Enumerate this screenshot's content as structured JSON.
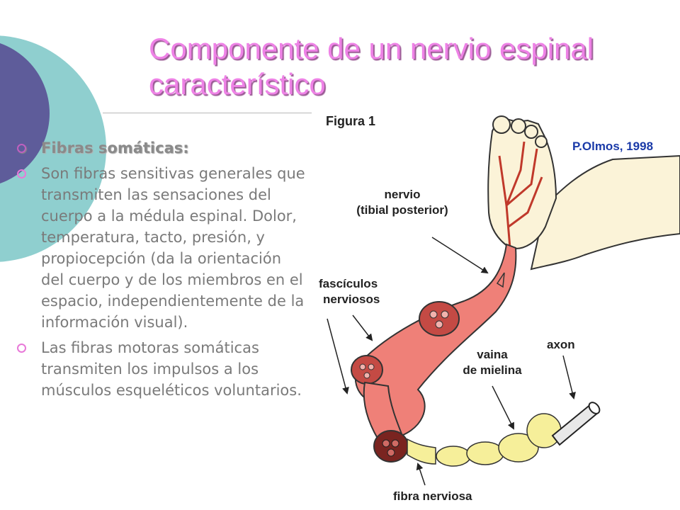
{
  "slide": {
    "title_line1": "Componente de un nervio espinal",
    "title_line2": "característico"
  },
  "bullets": [
    "Fibras somáticas:",
    "Son fibras sensitivas generales que transmiten las sensaciones del cuerpo a la médula espinal. Dolor, temperatura, tacto, presión, y propiocepción (da la orientación del cuerpo y de los miembros en el espacio, independientemente de la información visual).",
    "Las fibras motoras somáticas transmiten los impulsos a los músculos esqueléticos voluntarios."
  ],
  "figure": {
    "title": "Figura 1",
    "credit": "P.Olmos, 1998",
    "labels": {
      "nerve_line1": "nervio",
      "nerve_line2": "(tibial posterior)",
      "fascicles_line1": "fascículos",
      "fascicles_line2": "nerviosos",
      "sheath_line1": "vaina",
      "sheath_line2": "de mielina",
      "axon": "axon",
      "fiber": "fibra nerviosa"
    }
  },
  "colors": {
    "title": "#ee82e6",
    "bullet_ring": "#e879d8",
    "deco_purple": "#5e5c9a",
    "deco_teal": "#8fcfcf",
    "credit_blue": "#1a3aa8",
    "nerve_pink": "#ef8078",
    "myelin_yellow": "#f6ef9a",
    "skin": "#fbf3d8"
  }
}
